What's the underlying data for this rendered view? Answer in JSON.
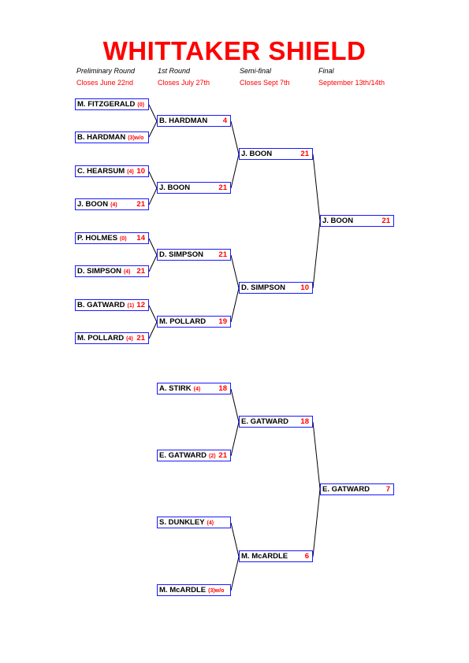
{
  "title": "WHITTAKER SHIELD",
  "rounds": [
    {
      "name": "Preliminary Round",
      "closes": "Closes June 22nd"
    },
    {
      "name": "1st Round",
      "closes": "Closes July 27th"
    },
    {
      "name": "Semi-final",
      "closes": "Closes Sept 7th"
    },
    {
      "name": "Final",
      "closes": "September 13th/14th"
    }
  ],
  "preliminary": [
    {
      "name": "M. FITZGERALD",
      "seed": "(0)",
      "score": ""
    },
    {
      "name": "B. HARDMAN",
      "seed": "(3)w/o",
      "score": ""
    },
    {
      "name": "C. HEARSUM",
      "seed": "(4)",
      "score": "10"
    },
    {
      "name": "J. BOON",
      "seed": "(4)",
      "score": "21"
    },
    {
      "name": "P. HOLMES",
      "seed": "(0)",
      "score": "14"
    },
    {
      "name": "D. SIMPSON",
      "seed": "(4)",
      "score": "21"
    },
    {
      "name": "B. GATWARD",
      "seed": "(1)",
      "score": "12"
    },
    {
      "name": "M. POLLARD",
      "seed": "(4)",
      "score": "21"
    }
  ],
  "first_round": [
    {
      "name": "B. HARDMAN",
      "seed": "",
      "score": "4"
    },
    {
      "name": "J. BOON",
      "seed": "",
      "score": "21"
    },
    {
      "name": "D. SIMPSON",
      "seed": "",
      "score": "21"
    },
    {
      "name": "M. POLLARD",
      "seed": "",
      "score": "19"
    },
    {
      "name": "A. STIRK",
      "seed": "(4)",
      "score": "18"
    },
    {
      "name": "E. GATWARD",
      "seed": "(2)",
      "score": "21"
    },
    {
      "name": "S. DUNKLEY",
      "seed": "(4)",
      "score": ""
    },
    {
      "name": "M. McARDLE",
      "seed": "(3)w/o",
      "score": ""
    }
  ],
  "semi_final": [
    {
      "name": "J. BOON",
      "seed": "",
      "score": "21"
    },
    {
      "name": "D. SIMPSON",
      "seed": "",
      "score": "10"
    },
    {
      "name": "E. GATWARD",
      "seed": "",
      "score": "18"
    },
    {
      "name": "M. McARDLE",
      "seed": "",
      "score": "6"
    }
  ],
  "final": [
    {
      "name": "J. BOON",
      "seed": "",
      "score": "21"
    },
    {
      "name": "E. GATWARD",
      "seed": "",
      "score": "7"
    }
  ]
}
